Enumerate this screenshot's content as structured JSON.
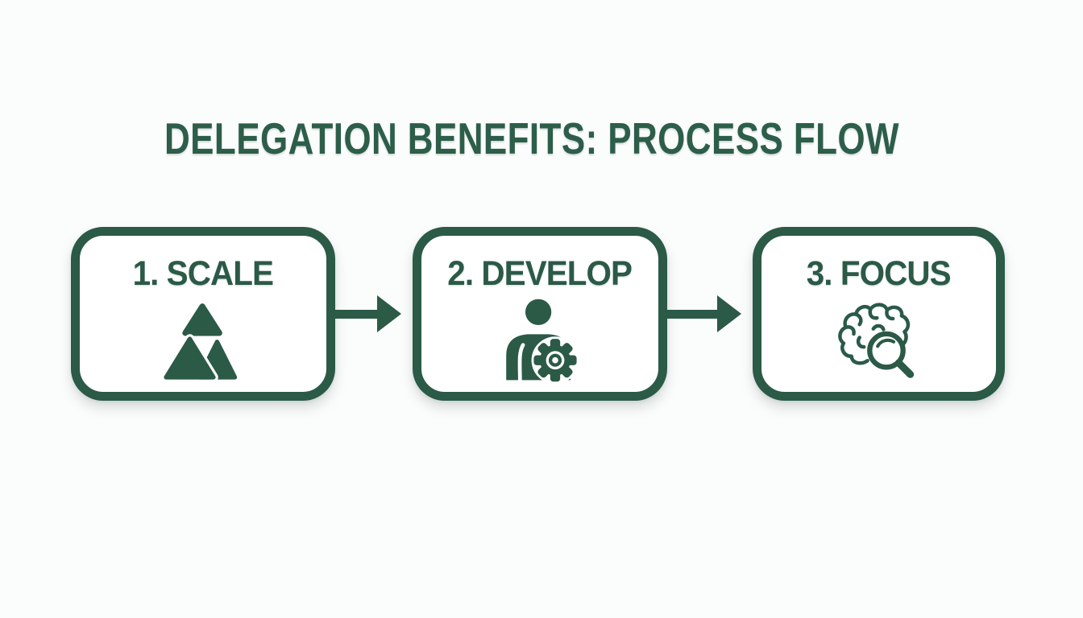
{
  "title": "DELEGATION BENEFITS: PROCESS FLOW",
  "steps": [
    {
      "number": "1",
      "label": "1. SCALE",
      "icon": "growth-triangles-icon"
    },
    {
      "number": "2",
      "label": "2. DEVELOP",
      "icon": "person-gear-icon"
    },
    {
      "number": "3",
      "label": "3. FOCUS",
      "icon": "brain-magnifier-icon"
    }
  ],
  "connectors": [
    {
      "from": "1. SCALE",
      "to": "2. DEVELOP",
      "direction": "right"
    },
    {
      "from": "2. DEVELOP",
      "to": "3. FOCUS",
      "direction": "right"
    }
  ],
  "colors": {
    "accent_green": "#2b5a47",
    "title_green": "#2c5e4a",
    "card_background": "#ffffff",
    "page_background": "#fbfcfc"
  }
}
